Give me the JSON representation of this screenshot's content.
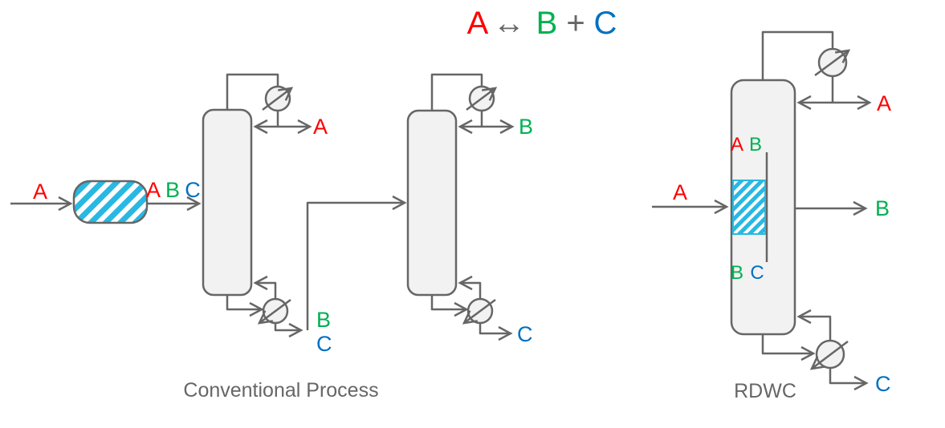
{
  "title": {
    "a": "A",
    "arrow": "↔",
    "b": "B",
    "plus": "+",
    "c": "C"
  },
  "colors": {
    "red": "#ff0000",
    "green": "#00b050",
    "blue": "#0070c0",
    "gray": "#666666",
    "vessel_fill": "#f2f2f2",
    "cyan": "#29b8e2"
  },
  "conventional": {
    "caption": "Conventional Process",
    "feed": "A",
    "reactor_out": [
      "A",
      "B",
      "C"
    ],
    "col1_distillate": "A",
    "col1_bottoms": [
      "B",
      "C"
    ],
    "col2_distillate": "B",
    "col2_bottoms": "C"
  },
  "rdwc": {
    "caption": "RDWC",
    "feed": "A",
    "distillate": "A",
    "side_draw": "B",
    "bottoms": "C",
    "wall_top": [
      "A",
      "B"
    ],
    "wall_bottom": [
      "B",
      "C"
    ]
  }
}
